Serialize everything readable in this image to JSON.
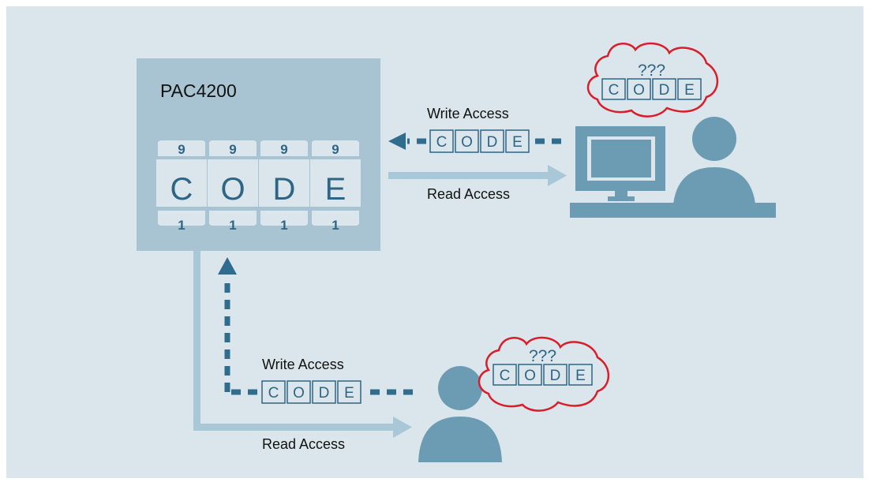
{
  "device": {
    "name": "PAC4200",
    "code_letters": [
      "C",
      "O",
      "D",
      "E"
    ],
    "top_digits": [
      "9",
      "9",
      "9",
      "9"
    ],
    "bottom_digits": [
      "1",
      "1",
      "1",
      "1"
    ]
  },
  "pc_user": {
    "thought_marks": "???",
    "code_letters": [
      "C",
      "O",
      "D",
      "E"
    ],
    "write_label": "Write Access",
    "read_label": "Read Access",
    "write_code_letters": [
      "C",
      "O",
      "D",
      "E"
    ]
  },
  "local_user": {
    "thought_marks": "???",
    "code_letters": [
      "C",
      "O",
      "D",
      "E"
    ],
    "write_label": "Write Access",
    "read_label": "Read Access",
    "write_code_letters": [
      "C",
      "O",
      "D",
      "E"
    ]
  },
  "colors": {
    "background": "#dae6eb",
    "device_panel": "#a8c4d2",
    "drum": "#dae6eb",
    "code_text": "#2e6585",
    "person": "#6c9cb4",
    "dashed_arrow": "#2f6c8e",
    "solid_arrow": "#a8c8d8",
    "thought_cloud": "#d81e2a"
  }
}
